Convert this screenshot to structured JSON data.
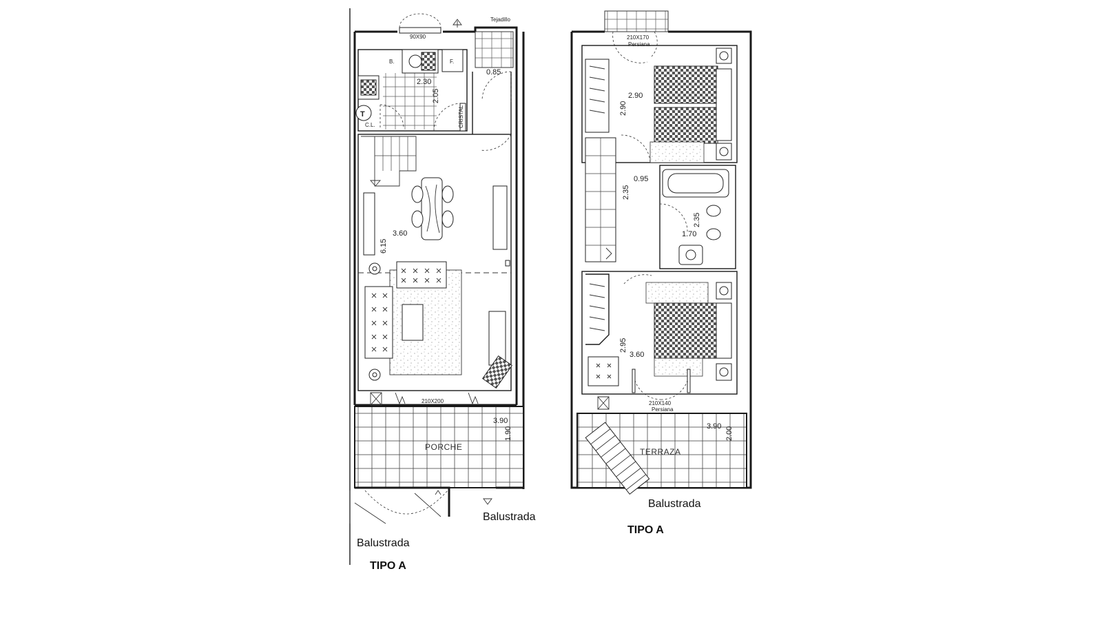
{
  "ground_floor": {
    "title": "TIPO A",
    "labels": {
      "tejadillo": "Tejadillo",
      "window_size": "90X90",
      "b": "B.",
      "f": "F.",
      "t": "T",
      "cl": "C.L.",
      "cristal": "CRISTAL",
      "porch_door": "210X200",
      "porche": "PORCHE",
      "balustrada_right": "Balustrada",
      "balustrada_left": "Balustrada"
    },
    "dims": {
      "entry_width": "0.85",
      "kitchen_width": "2.30",
      "kitchen_depth": "2.05",
      "living_width": "3.60",
      "living_depth": "6.15",
      "porch_width": "3.90",
      "porch_depth": "1.90"
    }
  },
  "upper_floor": {
    "title": "TIPO A",
    "labels": {
      "top_window": "210X170",
      "persiana_top": "Persiana",
      "terrace_door": "210X140",
      "persiana_bottom": "Persiana",
      "terraza": "TERRAZA",
      "balustrada": "Balustrada"
    },
    "dims": {
      "bed1_width": "2.90",
      "bed1_depth": "2.90",
      "hall_width": "0.95",
      "hall_depth": "2.35",
      "bath_depth": "2.35",
      "bath_width": "1.70",
      "bed2_depth": "2.95",
      "bed2_width": "3.60",
      "terrace_width": "3.90",
      "terrace_depth": "2.00"
    }
  }
}
